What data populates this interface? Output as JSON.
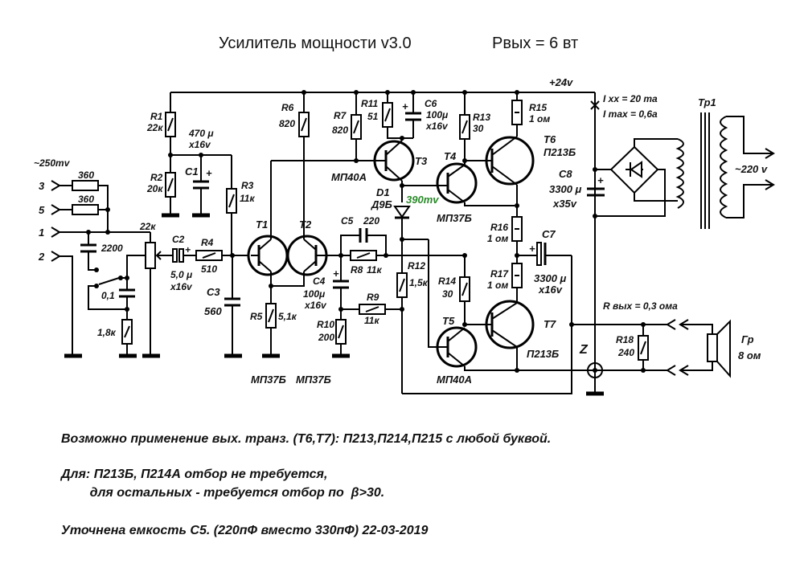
{
  "title": {
    "name": "Усилитель мощности  v3.0",
    "power": "Рвых = 6 вт"
  },
  "supply": {
    "voltage": "+24v",
    "idle_current": "I xx = 20 ma",
    "max_current": "I max = 0,6a"
  },
  "inputs": {
    "level": "~250mv",
    "pins": [
      "3",
      "5",
      "1",
      "2"
    ],
    "r_in_3": "360",
    "r_in_5": "360",
    "c_in": "2200",
    "c_tone": "0,1",
    "r_tone": "1,8к",
    "pot": "22к"
  },
  "components": {
    "R1": {
      "name": "R1",
      "value": "22к"
    },
    "R2": {
      "name": "R2",
      "value": "20к"
    },
    "C1": {
      "name": "C1",
      "value": "470 μ",
      "rating": "x16v"
    },
    "R3": {
      "name": "R3",
      "value": "11к"
    },
    "C2": {
      "name": "C2",
      "value": "5,0 μ",
      "rating": "x16v"
    },
    "R4": {
      "name": "R4",
      "value": "510"
    },
    "C3": {
      "name": "C3",
      "value": "560"
    },
    "R5": {
      "name": "R5",
      "value": "5,1к"
    },
    "R6": {
      "name": "R6",
      "value": "820"
    },
    "R7": {
      "name": "R7",
      "value": "820"
    },
    "R11": {
      "name": "R11",
      "value": "51"
    },
    "C6": {
      "name": "C6",
      "value": "100μ",
      "rating": "x16v"
    },
    "R13": {
      "name": "R13",
      "value": "30"
    },
    "R15": {
      "name": "R15",
      "value": "1 ом"
    },
    "C5": {
      "name": "C5",
      "value": "220"
    },
    "R8": {
      "name": "R8",
      "value": "11к"
    },
    "C4": {
      "name": "C4",
      "value": "100μ",
      "rating": "x16v"
    },
    "R9": {
      "name": "R9",
      "value": "11к"
    },
    "R10": {
      "name": "R10",
      "value": "200"
    },
    "R12": {
      "name": "R12",
      "value": "1,5к"
    },
    "R14": {
      "name": "R14",
      "value": "30"
    },
    "R16": {
      "name": "R16",
      "value": "1 ом"
    },
    "R17": {
      "name": "R17",
      "value": "1 ом"
    },
    "C7": {
      "name": "C7",
      "value": "3300 μ",
      "rating": "x16v"
    },
    "C8": {
      "name": "C8",
      "value": "3300 μ",
      "rating": "x35v"
    },
    "R18": {
      "name": "R18",
      "value": "240"
    },
    "D1": {
      "name": "D1",
      "type": "Д9Б",
      "voltage": "390mv"
    }
  },
  "transistors": {
    "T1": {
      "name": "T1",
      "type": "МП37Б"
    },
    "T2": {
      "name": "T2",
      "type": "МП37Б"
    },
    "T3": {
      "name": "T3",
      "type": "МП40А"
    },
    "T4": {
      "name": "T4",
      "type": "МП37Б"
    },
    "T5": {
      "name": "T5",
      "type": "МП40А"
    },
    "T6": {
      "name": "T6",
      "type": "П213Б"
    },
    "T7": {
      "name": "T7",
      "type": "П213Б"
    }
  },
  "transformer": {
    "name": "Тр1",
    "mains": "~220 v"
  },
  "output": {
    "r_out": "R вых = 0,3 ома",
    "z_label": "Z",
    "speaker": "Гр",
    "speaker_imp": "8 ом"
  },
  "notes": [
    "Возможно применение вых. транз. (T6,T7): П213,П214,П215 с любой буквой.",
    "Для: П213Б, П214А отбор не требуется,",
    "        для остальных - требуется отбор по  β>30.",
    "Уточнена емкость С5. (220пФ вместо 330пФ) 22-03-2019"
  ],
  "colors": {
    "ink": "#111111",
    "measure": "#2a8a2a"
  }
}
